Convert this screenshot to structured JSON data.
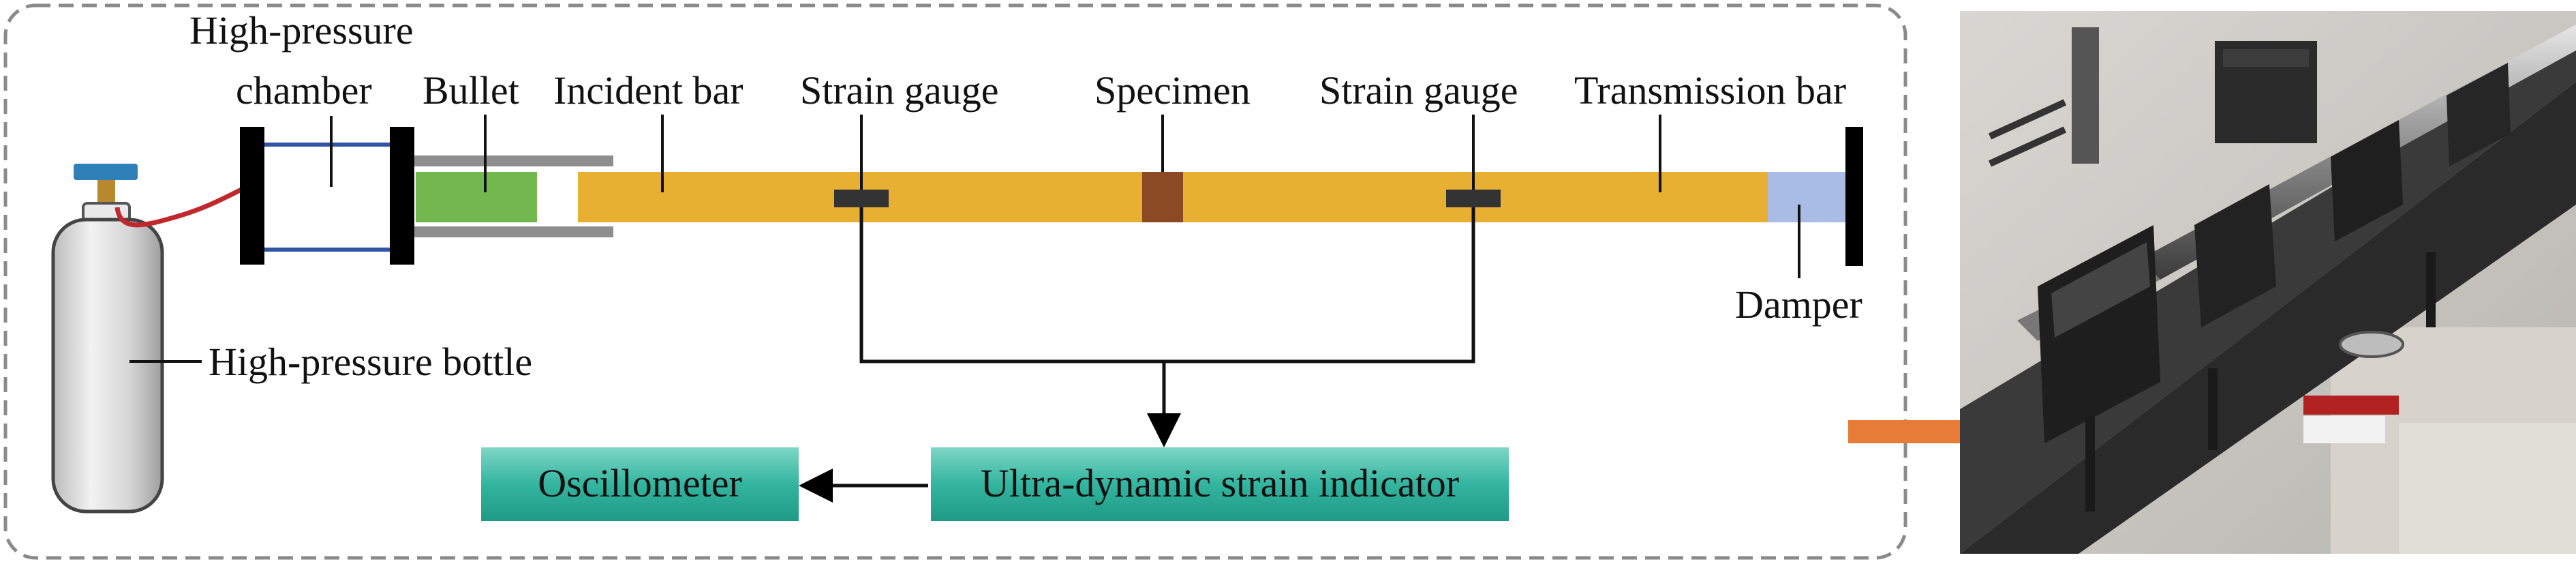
{
  "diagram": {
    "labels": {
      "chamber_line1": "High-pressure",
      "chamber_line2": "chamber",
      "bullet": "Bullet",
      "incident_bar": "Incident bar",
      "strain_gauge_left": "Strain gauge",
      "specimen": "Specimen",
      "strain_gauge_right": "Strain gauge",
      "transmission_bar": "Transmission bar",
      "damper": "Damper",
      "bottle": "High-pressure bottle",
      "strain_indicator": "Ultra-dynamic strain indicator",
      "oscillometer": "Oscillometer"
    },
    "colors": {
      "frame": "#8a8a8a",
      "bar": "#e8b033",
      "bullet": "#72b84e",
      "specimen": "#8b4a23",
      "gauge": "#333333",
      "damper": "#a8bce6",
      "chamber_line": "#2f56a6",
      "hose": "#c0282d",
      "valve": "#2f7fb8",
      "box_fill": "#33b5a0",
      "arrow": "#e67c35"
    }
  },
  "photo": {
    "icons": [
      "arrow-right-icon",
      "lab-equipment-photo"
    ]
  }
}
